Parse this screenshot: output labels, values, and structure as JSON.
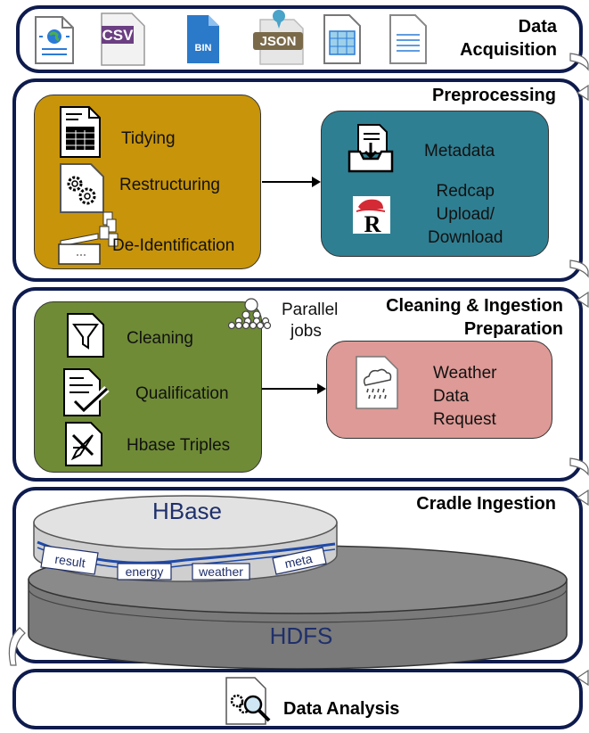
{
  "stages": {
    "acquisition": {
      "title_line1": "Data",
      "title_line2": "Acquisition"
    },
    "preprocessing": {
      "title": "Preprocessing"
    },
    "cleaning": {
      "title_line1": "Cleaning & Ingestion",
      "title_line2": "Preparation"
    },
    "cradle": {
      "title": "Cradle Ingestion"
    },
    "analysis": {
      "title": "Data Analysis"
    }
  },
  "acquisition_icons": [
    "web-file-icon",
    "csv-file-icon",
    "bin-file-icon",
    "json-file-icon",
    "spreadsheet-file-icon",
    "text-file-icon"
  ],
  "acquisition_labels": {
    "csv": "CSV",
    "bin": "BIN",
    "json": "JSON"
  },
  "preprocessing": {
    "left": [
      "Tidying",
      "Restructuring",
      "De-Identification"
    ],
    "right": {
      "metadata": "Metadata",
      "redcap_line1": "Redcap",
      "redcap_line2": "Upload/",
      "redcap_line3": "Download",
      "redcap_logo": "R"
    }
  },
  "cleaning": {
    "left": [
      "Cleaning",
      "Qualification",
      "Hbase Triples"
    ],
    "parallel_line1": "Parallel",
    "parallel_line2": "jobs",
    "weather": [
      "Weather",
      "Data",
      "Request"
    ]
  },
  "cradle": {
    "hbase": "HBase",
    "hdfs": "HDFS",
    "tables": [
      "result",
      "energy",
      "weather",
      "meta"
    ]
  },
  "colors": {
    "stage_border": "#0e1b4d",
    "preprocessing_left": "#c8940a",
    "preprocessing_right": "#2f7f92",
    "cleaning_left": "#6f8b36",
    "cleaning_right": "#dd9a96",
    "hbase": "#d4d4d4",
    "hdfs": "#7a7a7a",
    "text_blue": "#1f2f6b"
  }
}
